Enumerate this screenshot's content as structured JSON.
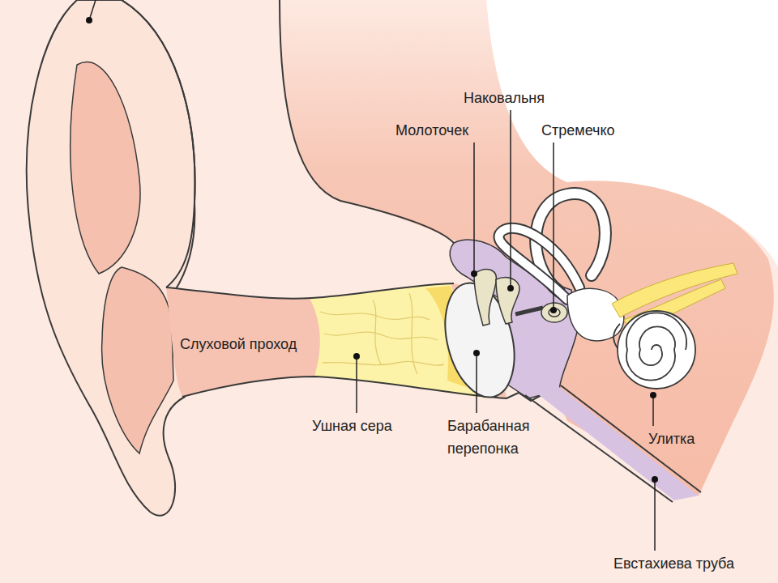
{
  "diagram": {
    "labels": [
      "Наковальня",
      "Молоточек",
      "Стремечко",
      "Слуховой проход",
      "Ушная сера",
      "Барабанная перепонка",
      "Улитка",
      "Евстахиева труба"
    ]
  }
}
